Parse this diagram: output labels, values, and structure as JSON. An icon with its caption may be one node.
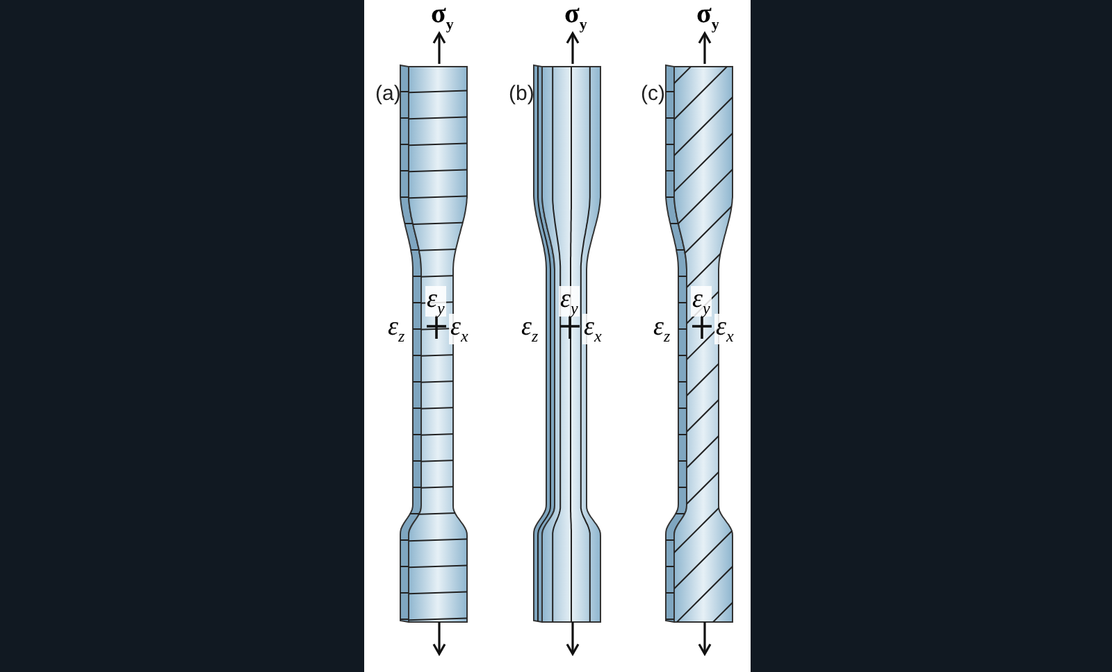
{
  "diagram": {
    "labels": [
      "σ$_{y}$",
      "σ$_{y}$",
      "σ$_{y}$",
      "(a)",
      "(b)",
      "(c)",
      "ε$_{y}$",
      "ε$_{y}$",
      "ε$_{y}$",
      "ε$_{z}$",
      "ε$_{x}$",
      "ε$_{z}$",
      "ε$_{x}$",
      "ε$_{z}$",
      "ε$_{x}$"
    ]
  }
}
